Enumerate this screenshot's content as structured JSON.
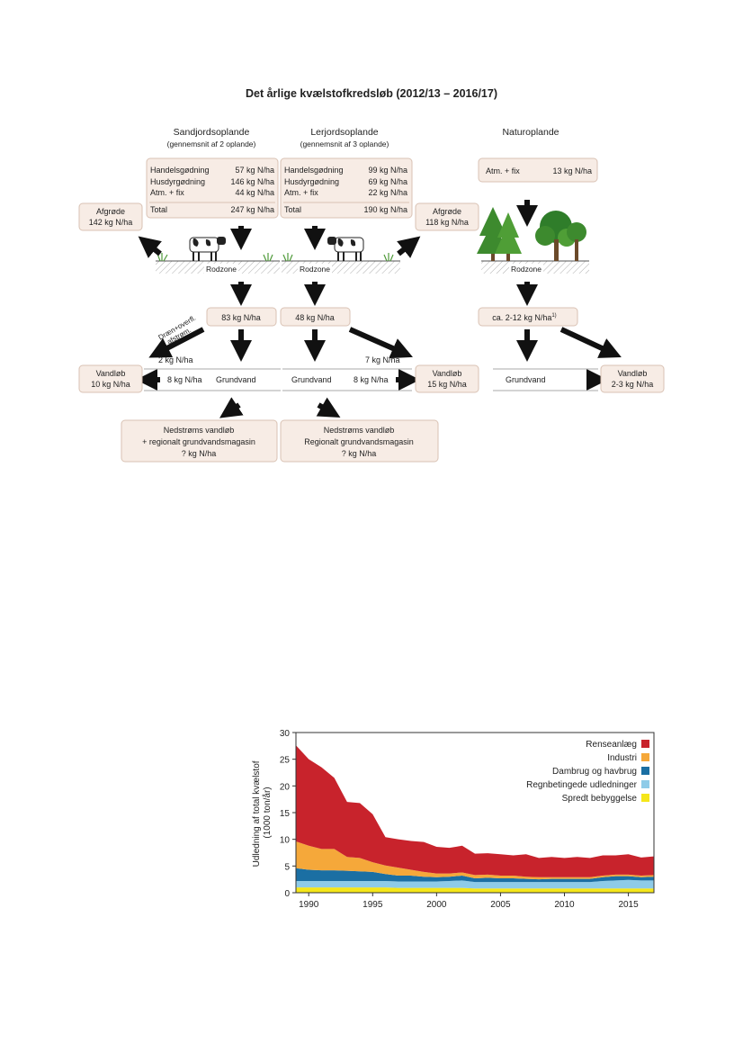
{
  "diagram": {
    "title": "Det årlige kvælstofkredsløb (2012/13 – 2016/17)",
    "columns": {
      "sand": {
        "title": "Sandjordsoplande",
        "subtitle": "(gennemsnit af 2 oplande)"
      },
      "clay": {
        "title": "Lerjordsoplande",
        "subtitle": "(gennemsnit af 3 oplande)"
      },
      "nature": {
        "title": "Naturoplande"
      }
    },
    "inputs": {
      "sand": {
        "rows": [
          {
            "label": "Handelsgødning",
            "value": "57 kg N/ha"
          },
          {
            "label": "Husdyrgødning",
            "value": "146 kg N/ha"
          },
          {
            "label": "Atm. + fix",
            "value": "44 kg N/ha"
          }
        ],
        "total": {
          "label": "Total",
          "value": "247 kg N/ha"
        }
      },
      "clay": {
        "rows": [
          {
            "label": "Handelsgødning",
            "value": "99 kg N/ha"
          },
          {
            "label": "Husdyrgødning",
            "value": "69 kg N/ha"
          },
          {
            "label": "Atm. + fix",
            "value": "22 kg N/ha"
          }
        ],
        "total": {
          "label": "Total",
          "value": "190 kg N/ha"
        }
      },
      "nature": {
        "label": "Atm. + fix",
        "value": "13 kg N/ha"
      }
    },
    "crops": {
      "sand": {
        "title": "Afgrøde",
        "value": "142 kg N/ha"
      },
      "clay": {
        "title": "Afgrøde",
        "value": "118 kg N/ha"
      }
    },
    "rodzone": "Rodzone",
    "root_leach": {
      "sand": "83 kg N/ha",
      "clay": "48 kg N/ha",
      "nature": "ca. 2-12 kg N/ha",
      "nature_sup": "1)"
    },
    "drain_label_1": "Dræn+overfl.",
    "drain_label_2": "afstrøm.",
    "sand_drain": "2 kg N/ha",
    "clay_drain": "7 kg N/ha",
    "streams": {
      "sand": {
        "title": "Vandløb",
        "value": "10 kg N/ha"
      },
      "clay": {
        "title": "Vandløb",
        "value": "15 kg N/ha"
      },
      "nature": {
        "title": "Vandløb",
        "value": "2-3  kg N/ha"
      }
    },
    "groundwater": {
      "label": "Grundvand",
      "sand_flow": "8 kg N/ha",
      "clay_flow": "8 kg N/ha"
    },
    "downstream": {
      "sand": {
        "l1": "Nedstrøms vandløb",
        "l2": "+ regionalt grundvandsmagasin",
        "l3": "? kg N/ha"
      },
      "clay": {
        "l1": "Nedstrøms vandløb",
        "l2": "Regionalt grundvandsmagasin",
        "l3": "? kg N/ha"
      }
    }
  },
  "chart_data": {
    "type": "area",
    "stacked": true,
    "ylabel_line1": "Udledning af total kvælstof",
    "ylabel_line2": "(1000 ton/år)",
    "ylim": [
      0,
      30
    ],
    "xlim": [
      1989,
      2017
    ],
    "yticks": [
      "0",
      "5",
      "10",
      "15",
      "20",
      "25",
      "30"
    ],
    "xticks": [
      "1990",
      "1995",
      "2000",
      "2005",
      "2010",
      "2015"
    ],
    "legend_position": "top-right",
    "x": [
      1989,
      1990,
      1991,
      1992,
      1993,
      1994,
      1995,
      1996,
      1997,
      1998,
      1999,
      2000,
      2001,
      2002,
      2003,
      2004,
      2005,
      2006,
      2007,
      2008,
      2009,
      2010,
      2011,
      2012,
      2013,
      2014,
      2015,
      2016,
      2017
    ],
    "series": [
      {
        "name": "Spredt bebyggelse",
        "color": "#f5e61a",
        "values": [
          1.0,
          1.0,
          1.0,
          1.0,
          1.0,
          1.0,
          1.0,
          1.0,
          0.9,
          0.9,
          0.9,
          0.9,
          0.9,
          0.9,
          0.8,
          0.8,
          0.8,
          0.8,
          0.8,
          0.8,
          0.8,
          0.8,
          0.8,
          0.8,
          0.8,
          0.8,
          0.8,
          0.8,
          0.8
        ]
      },
      {
        "name": "Regnbetingede udledninger",
        "color": "#8ecbe8",
        "values": [
          1.2,
          1.2,
          1.2,
          1.2,
          1.2,
          1.2,
          1.2,
          1.2,
          1.2,
          1.2,
          1.2,
          1.2,
          1.3,
          1.4,
          1.2,
          1.2,
          1.2,
          1.2,
          1.2,
          1.2,
          1.2,
          1.2,
          1.2,
          1.2,
          1.4,
          1.5,
          1.6,
          1.5,
          1.5
        ]
      },
      {
        "name": "Dambrug og havbrug",
        "color": "#1b6fa3",
        "values": [
          2.4,
          2.1,
          2.0,
          2.0,
          1.9,
          1.8,
          1.7,
          1.3,
          1.1,
          1.1,
          0.9,
          0.8,
          0.8,
          0.9,
          0.7,
          0.8,
          0.7,
          0.7,
          0.6,
          0.5,
          0.6,
          0.6,
          0.6,
          0.6,
          0.7,
          0.8,
          0.7,
          0.6,
          0.7
        ]
      },
      {
        "name": "Industri",
        "color": "#f5a83a",
        "values": [
          5.0,
          4.5,
          4.0,
          4.0,
          2.6,
          2.5,
          1.8,
          1.6,
          1.5,
          1.1,
          0.9,
          0.7,
          0.6,
          0.6,
          0.6,
          0.6,
          0.5,
          0.5,
          0.4,
          0.4,
          0.3,
          0.3,
          0.3,
          0.3,
          0.3,
          0.3,
          0.3,
          0.3,
          0.3
        ]
      },
      {
        "name": "Renseanlæg",
        "color": "#c8232c",
        "values": [
          18.0,
          16.2,
          15.3,
          13.3,
          10.3,
          10.3,
          9.0,
          5.3,
          5.3,
          5.4,
          5.6,
          5.0,
          4.8,
          5.0,
          4.0,
          4.0,
          4.0,
          3.8,
          4.2,
          3.6,
          3.8,
          3.6,
          3.8,
          3.6,
          3.8,
          3.6,
          3.8,
          3.4,
          3.5
        ]
      }
    ]
  },
  "colors": {
    "box_fill": "#f7ece5",
    "box_stroke": "#d9c2b4",
    "arrow": "#111111"
  },
  "icons": [
    "cow-icon",
    "grass-tuft-icon",
    "spruce-tree-icon",
    "deciduous-tree-icon",
    "arrow-icon"
  ]
}
